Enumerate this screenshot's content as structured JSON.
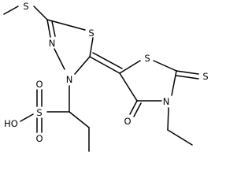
{
  "molecule": {
    "labels": {
      "s_methylthio": "S",
      "s_thiadiazole": "S",
      "n_thiadiazole_1": "N",
      "n_thiadiazole_2": "N",
      "s_thiazolidine": "S",
      "s_thioxo": "S",
      "n_thiazolidine": "N",
      "o_carbonyl": "O",
      "s_sulfonate": "S",
      "o_sulfonate_top": "O",
      "o_sulfonate_bottom": "O",
      "oh_group": "HO"
    }
  }
}
